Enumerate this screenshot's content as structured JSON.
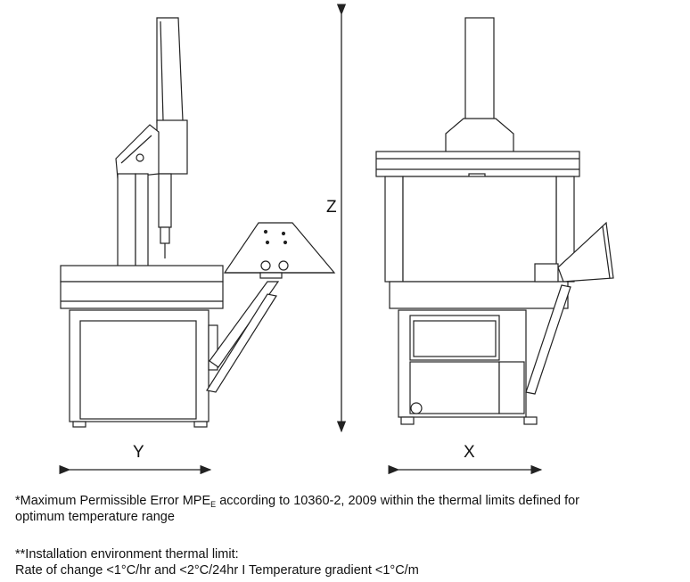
{
  "axes": {
    "y_label": "Y",
    "x_label": "X",
    "z_label": "Z"
  },
  "notes": {
    "mpe_prefix": "*Maximum Permissible Error MPE",
    "mpe_subscript": "E",
    "mpe_suffix": " according to 10360-2, 2009 within the thermal limits defined for",
    "mpe_line2": "optimum temperature range",
    "install_title": "**Installation environment thermal limit:",
    "install_line": "Rate of change <1°C/hr and <2°C/24hr  I  Temperature gradient <1°C/m"
  },
  "colors": {
    "line": "#222222",
    "fill": "#ffffff",
    "shade": "#e6e6e6"
  }
}
